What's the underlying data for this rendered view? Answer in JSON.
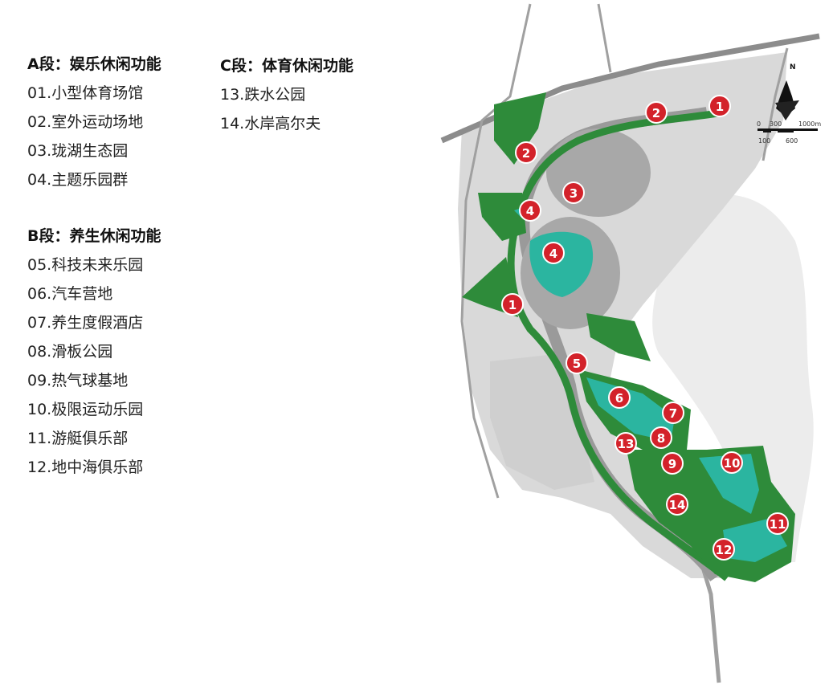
{
  "legend": {
    "section_a": {
      "title": "A段：娱乐休闲功能",
      "items": [
        "01.小型体育场馆",
        "02.室外运动场地",
        "03.珑湖生态园",
        "04.主题乐园群"
      ]
    },
    "section_b": {
      "title": "B段：养生休闲功能",
      "items": [
        "05.科技未来乐园",
        "06.汽车营地",
        "07.养生度假酒店",
        "08.滑板公园",
        "09.热气球基地",
        "10.极限运动乐园",
        "11.游艇俱乐部",
        "12.地中海俱乐部"
      ]
    },
    "section_c": {
      "title": "C段：体育休闲功能",
      "items": [
        "13.跌水公园",
        "14.水岸高尔夫"
      ]
    }
  },
  "map": {
    "north_label": "N",
    "scale_top": [
      "0",
      "300",
      "1000m"
    ],
    "scale_bottom": [
      "100",
      "600"
    ],
    "markers": [
      "1",
      "2",
      "2",
      "3",
      "4",
      "4",
      "1",
      "5",
      "6",
      "7",
      "8",
      "13",
      "9",
      "10",
      "14",
      "11",
      "12"
    ],
    "colors": {
      "marker": "#d3222a",
      "green": "#2e8b3a",
      "water": "#2bb5a0",
      "land": "#d9d9d9"
    }
  }
}
